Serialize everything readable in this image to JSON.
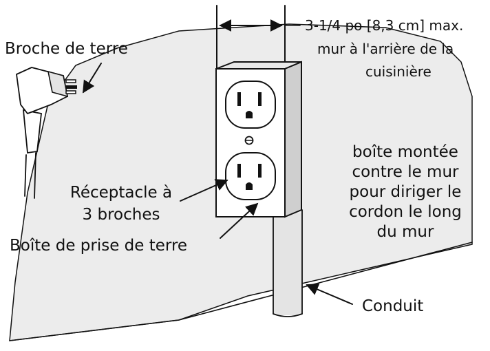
{
  "labels": {
    "ground_prong": "Broche de terre",
    "dimension": "3-1/4 po [8,3 cm] max.",
    "wall_behind_1": "mur à l'arrière de la",
    "wall_behind_2": "cuisinière",
    "box_mounted_1": "boîte montée",
    "box_mounted_2": "contre le mur",
    "box_mounted_3": "pour diriger le",
    "box_mounted_4": "cordon le long",
    "box_mounted_5": "du mur",
    "receptacle_1": "Réceptacle à",
    "receptacle_2": "3 broches",
    "ground_box": "Boîte de prise de terre",
    "conduit": "Conduit"
  },
  "colors": {
    "line": "#111111",
    "wall": "#ececec",
    "box_side": "#cfcfcf",
    "face": "#ffffff",
    "conduit": "#e4e4e4"
  }
}
